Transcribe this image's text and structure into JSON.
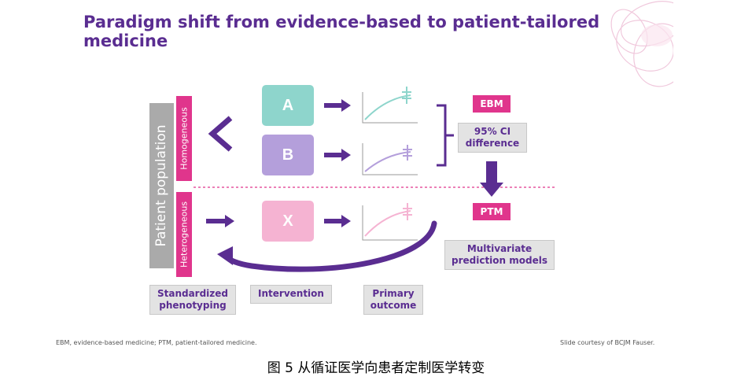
{
  "title": "Paradigm shift from evidence-based to patient-tailored medicine",
  "population_label": "Patient population",
  "homogeneous_label": "Homogeneous",
  "heterogeneous_label": "Heterogeneous",
  "boxes": {
    "a": "A",
    "b": "B",
    "x": "X"
  },
  "tags": {
    "ebm": "EBM",
    "ptm": "PTM"
  },
  "ci_label": "95% CI difference",
  "multivariate_label": "Multivariate prediction models",
  "bottom_labels": {
    "phenotyping": "Standardized phenotyping",
    "intervention": "Intervention",
    "outcome": "Primary outcome"
  },
  "footnote_left": "EBM, evidence-based medicine;  PTM, patient-tailored medicine.",
  "footnote_right": "Slide  courtesy of BCJM  Fauser.",
  "caption": "图 5 从循证医学向患者定制医学转变",
  "colors": {
    "purple": "#5a2d91",
    "magenta": "#e0358c",
    "teal": "#8ed5cc",
    "lavender": "#b49fdb",
    "pink": "#f5b3d2",
    "grey": "#aaaaaa"
  }
}
